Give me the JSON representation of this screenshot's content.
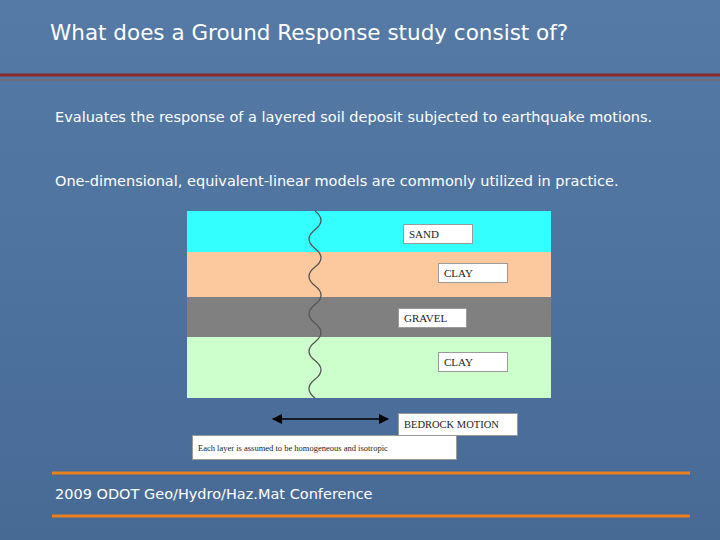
{
  "diagram": {
    "title": "What does a Ground Response study consist of?",
    "nodes": [
      {
        "text": [
          "SAND"
        ]
      },
      {
        "text": [
          "CLAY"
        ]
      },
      {
        "text": [
          "GRAVEL"
        ]
      },
      {
        "text": [
          "CLAY"
        ]
      },
      {
        "text": [
          "BEDROCK MOTION"
        ]
      },
      {
        "text": [
          "Each layer is assumed to be homogeneous and isotropic"
        ]
      }
    ],
    "labels": [
      "Evaluates the response of a layered soil deposit subjected to earthquake motions.",
      "One-dimensional, equivalent-linear models are commonly utilized in practice.",
      "2009 ODOT Geo/Hydro/Haz.Mat Conference"
    ]
  }
}
